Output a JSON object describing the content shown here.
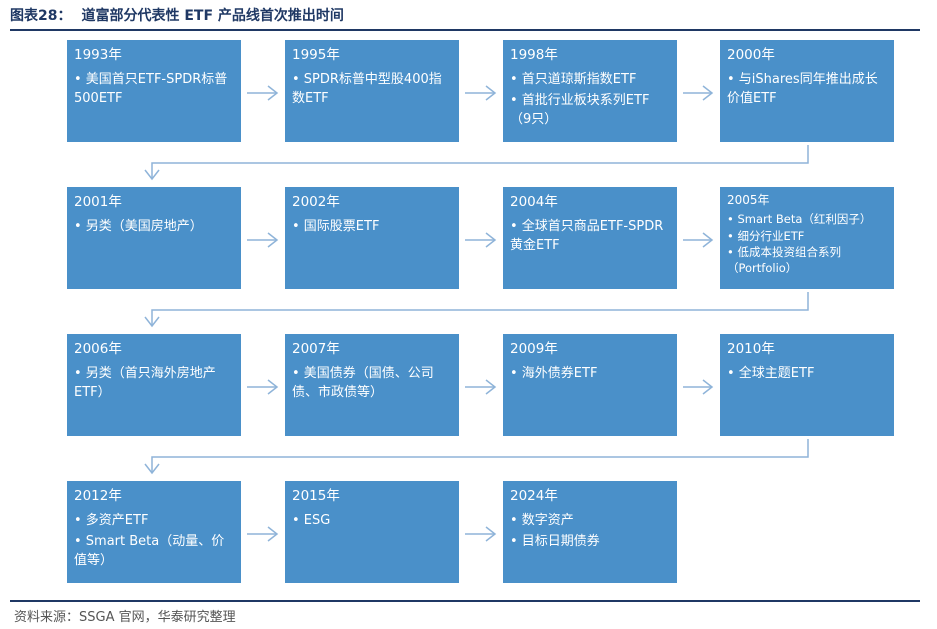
{
  "header": {
    "figure_label": "图表28：",
    "title": "道富部分代表性 ETF 产品线首次推出时间"
  },
  "milestones": [
    {
      "year": "1993年",
      "items": [
        "• 美国首只ETF-SPDR标普500ETF"
      ]
    },
    {
      "year": "1995年",
      "items": [
        "• SPDR标普中型股400指数ETF"
      ]
    },
    {
      "year": "1998年",
      "items": [
        "• 首只道琼斯指数ETF",
        "• 首批行业板块系列ETF（9只）"
      ]
    },
    {
      "year": "2000年",
      "items": [
        "• 与iShares同年推出成长价值ETF"
      ]
    },
    {
      "year": "2001年",
      "items": [
        "• 另类（美国房地产）"
      ]
    },
    {
      "year": "2002年",
      "items": [
        "• 国际股票ETF"
      ]
    },
    {
      "year": "2004年",
      "items": [
        "• 全球首只商品ETF-SPDR黄金ETF"
      ]
    },
    {
      "year": "2005年",
      "items": [
        "• Smart Beta（红利因子）",
        "• 细分行业ETF",
        "• 低成本投资组合系列（Portfolio）"
      ]
    },
    {
      "year": "2006年",
      "items": [
        "• 另类（首只海外房地产ETF）"
      ]
    },
    {
      "year": "2007年",
      "items": [
        "• 美国债券（国债、公司债、市政债等）"
      ]
    },
    {
      "year": "2009年",
      "items": [
        "• 海外债券ETF"
      ]
    },
    {
      "year": "2010年",
      "items": [
        "• 全球主题ETF"
      ]
    },
    {
      "year": "2012年",
      "items": [
        "• 多资产ETF",
        "• Smart Beta（动量、价值等）"
      ]
    },
    {
      "year": "2015年",
      "items": [
        "• ESG"
      ]
    },
    {
      "year": "2024年",
      "items": [
        "• 数字资产",
        "• 目标日期债券"
      ]
    }
  ],
  "source": "资料来源：SSGA 官网，华泰研究整理",
  "colors": {
    "box": "#4a90c9",
    "arrow": "#8fb4d9",
    "title": "#1f3864"
  }
}
